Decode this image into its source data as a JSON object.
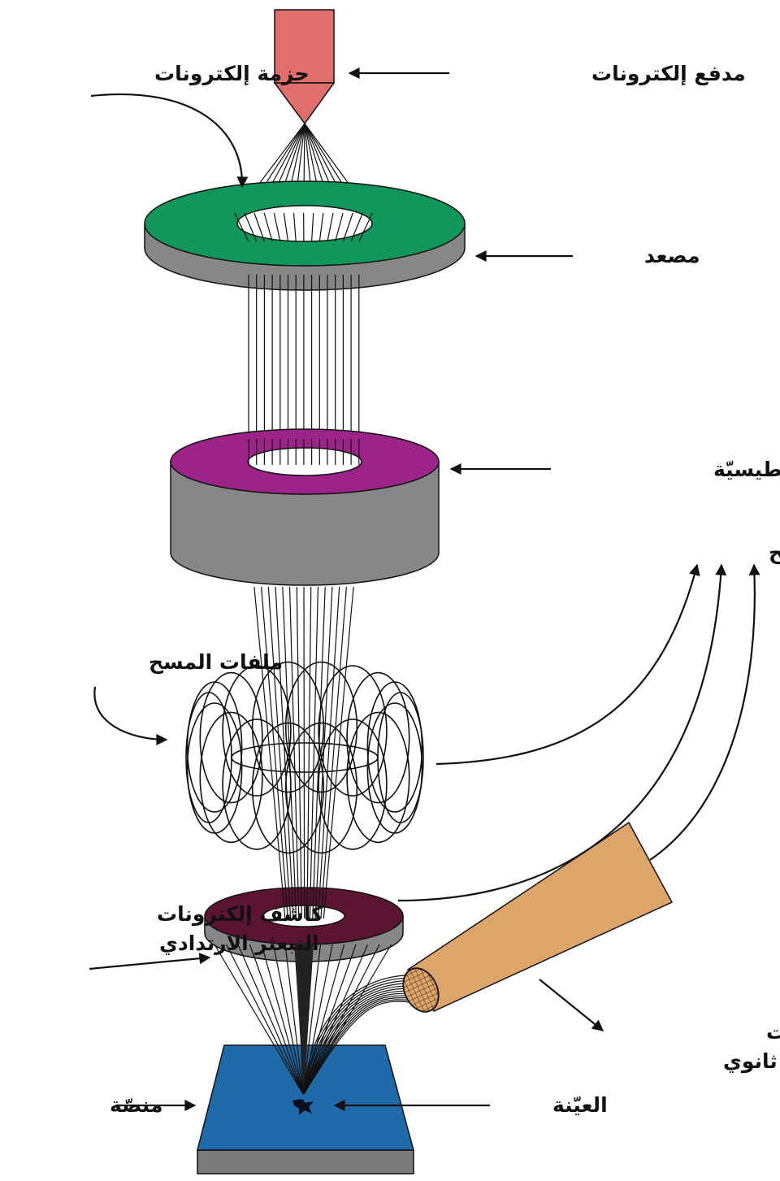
{
  "labels": {
    "electron_gun": "مدفع إلكترونات",
    "electron_beam": "حزمة إلكترونات",
    "anode": "مصعد",
    "magnetic_lenses": "عدسات مغنطيسيّة",
    "to_scanning_tv": "إلى التلفاز الماسح",
    "scanning_coils": "ملفات المسح",
    "backscatter_detector_line1": "كاشف إلكترونات",
    "backscatter_detector_line2": "التبعثر الارتدادي",
    "secondary_detector_line1": "كاشف إلكترونات",
    "secondary_detector_line2": "ثانوي",
    "stage": "منصّة",
    "sample": "العيّنة"
  },
  "colors": {
    "electron_gun": "#e06f6c",
    "anode_top": "#12975a",
    "lens_top": "#9c2489",
    "component_side": "#868789",
    "backscatter_top": "#5b1531",
    "secondary_detector": "#dda56a",
    "stage_top": "#1f6aa8",
    "stage_side": "#7a7b7d"
  }
}
